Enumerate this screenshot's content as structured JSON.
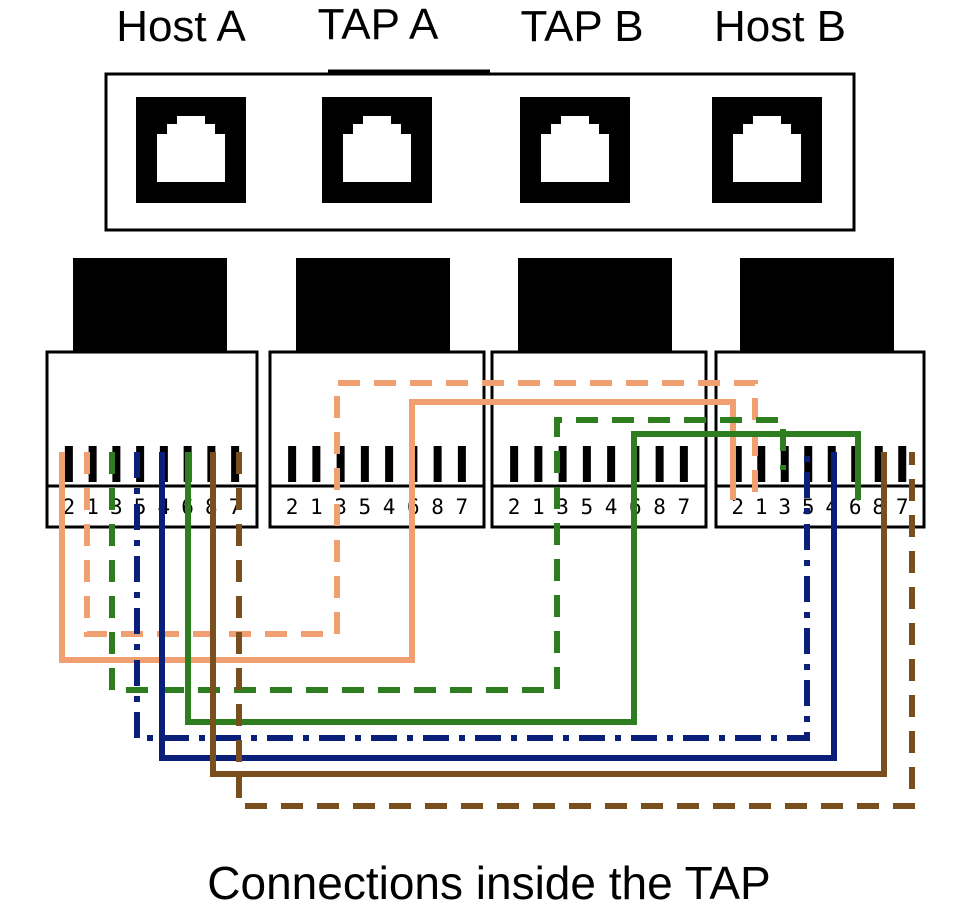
{
  "port_labels": {
    "host_a": "Host A",
    "tap_a": "TAP A",
    "tap_b": "TAP B",
    "host_b": "Host B"
  },
  "pin_order": [
    "2",
    "1",
    "3",
    "5",
    "4",
    "6",
    "8",
    "7"
  ],
  "caption": "Connections inside the TAP",
  "colors": {
    "orange": "#F0A070",
    "green": "#2E7D1E",
    "blue": "#0A1F7A",
    "brown": "#7A4F1E",
    "black": "#000000"
  }
}
